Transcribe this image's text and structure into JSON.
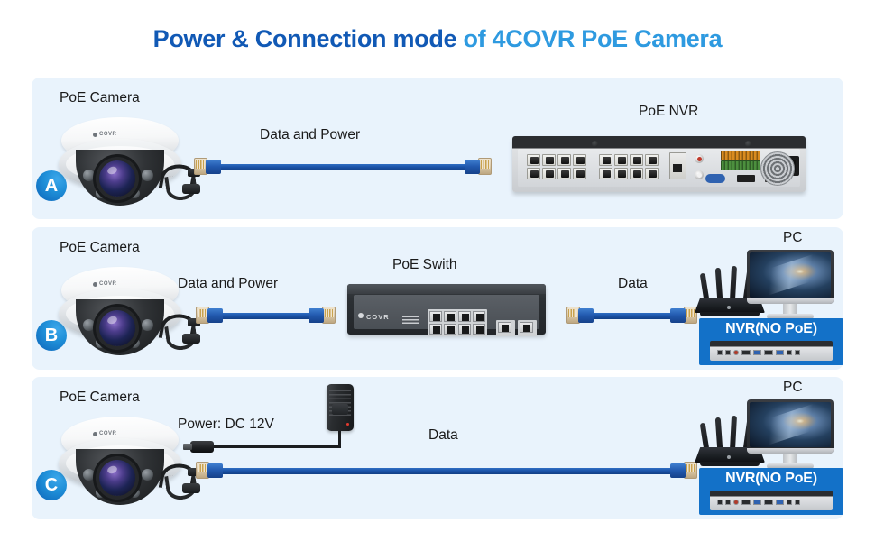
{
  "title": {
    "part1": "Power & Connection mode",
    "part2": " of 4COVR PoE Camera",
    "color_dark": "#1159b5",
    "color_light": "#2e9ae0"
  },
  "panel_bg": "#e9f3fc",
  "badge_color": "#1f8fd8",
  "rows": [
    {
      "badge": "A",
      "camera_label": "PoE Camera",
      "cable_label": "Data and Power",
      "device_label": "PoE NVR",
      "brand": "COVR"
    },
    {
      "badge": "B",
      "camera_label": "PoE Camera",
      "cable_label": "Data and Power",
      "switch_label": "PoE Swith",
      "data_label": "Data",
      "pc_label": "PC",
      "nvr_box_label": "NVR(NO PoE)",
      "brand": "COVR"
    },
    {
      "badge": "C",
      "camera_label": "PoE Camera",
      "power_label": "Power: DC 12V",
      "data_label": "Data",
      "pc_label": "PC",
      "nvr_box_label": "NVR(NO PoE)",
      "brand": "COVR"
    }
  ]
}
